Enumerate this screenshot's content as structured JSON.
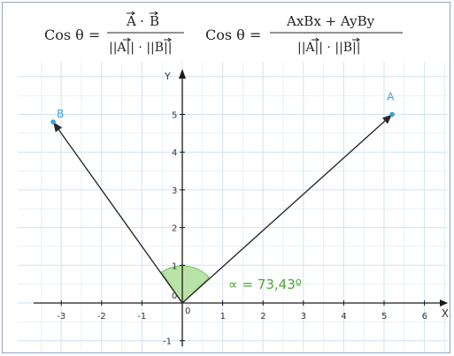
{
  "formula": {
    "f1_lhs": "Cos θ =",
    "f1_num_a": "A",
    "f1_num_dot": "·",
    "f1_num_b": "B",
    "f1_den": "||A|| · ||B||",
    "f2_lhs": "Cos θ =",
    "f2_num": "AxBx + AyBy",
    "f2_den": "||A|| · ||B||"
  },
  "axes": {
    "x_label": "X",
    "y_label": "Y",
    "origin_label": "0",
    "x_ticks": [
      "-3",
      "-2",
      "-1",
      "0",
      "1",
      "2",
      "3",
      "4",
      "5",
      "6"
    ],
    "y_ticks": [
      "-1",
      "1",
      "2",
      "3",
      "4",
      "5"
    ]
  },
  "vectors": {
    "A": {
      "label": "A",
      "x": 5.2,
      "y": 5
    },
    "B": {
      "label": "B",
      "x": -3.2,
      "y": 4.8
    }
  },
  "angle_label": "∝ = 73,43º",
  "colors": {
    "grid": "#cfe3f3",
    "axis": "#1a1a1a",
    "vector": "#2a2a2a",
    "point": "#3aa0dc",
    "point_label": "#3aa0dc",
    "angle_fill": "#b9e3a6",
    "angle_label": "#4aa832"
  }
}
